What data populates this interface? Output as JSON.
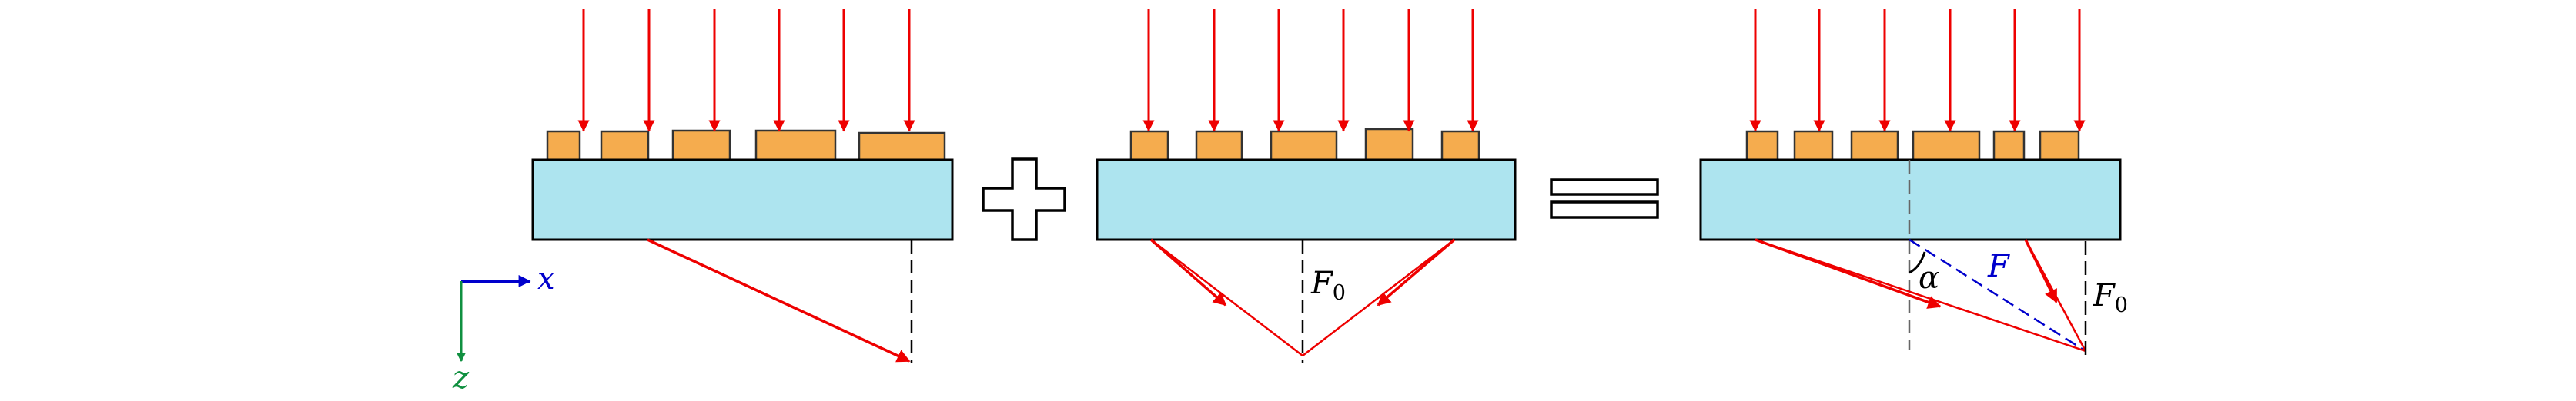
{
  "labels": {
    "x_axis": "x",
    "z_axis": "z",
    "F0_panel2": "F",
    "F0_panel2_sub": "0",
    "F_panel3": "F",
    "F0_panel3": "F",
    "F0_panel3_sub": "0",
    "alpha": "α"
  },
  "colors": {
    "substrate": "#ade4ef",
    "pillar": "#f5ac4e",
    "ray": "#ee0000",
    "x_axis": "#0000cc",
    "z_axis": "#109040",
    "F_line": "#0000cc"
  }
}
